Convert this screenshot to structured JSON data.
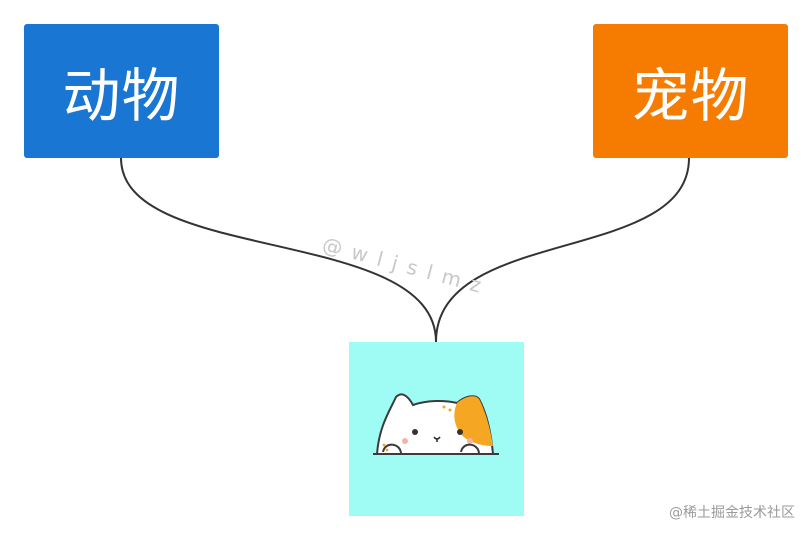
{
  "nodes": {
    "animal": {
      "label": "动物",
      "color": "#1976d2"
    },
    "pet": {
      "label": "宠物",
      "color": "#f57c00"
    }
  },
  "image": {
    "subject": "cartoon-cat",
    "background": "#9ffcf4"
  },
  "watermark": "@wljslmz",
  "credit": "@稀土掘金技术社区"
}
